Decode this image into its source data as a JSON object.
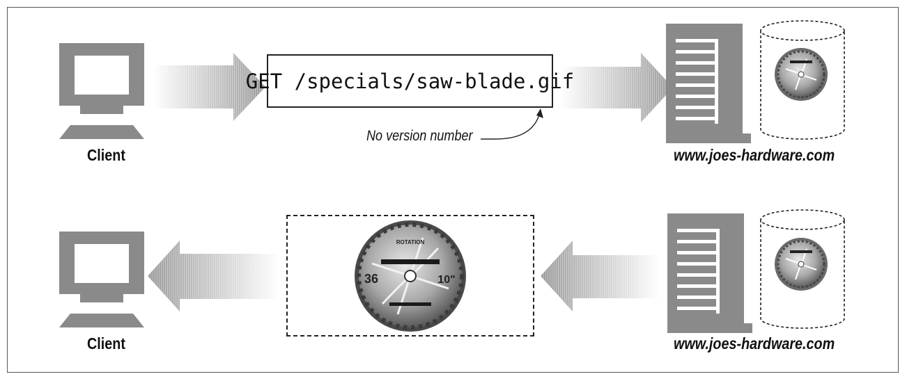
{
  "request": {
    "line": "GET /specials/saw-blade.gif",
    "note": "No version number"
  },
  "top_row": {
    "client_label": "Client",
    "server_label": "www.joes-hardware.com"
  },
  "bottom_row": {
    "client_label": "Client",
    "server_label": "www.joes-hardware.com"
  },
  "blade": {
    "brand": "ROTATION",
    "teeth": "36",
    "size": "10\""
  },
  "colors": {
    "icon_gray": "#8a8a8a",
    "arrow_dark": "#9a9a9a",
    "arrow_light": "#ffffff",
    "blade_metal": "#b9b9b9"
  }
}
